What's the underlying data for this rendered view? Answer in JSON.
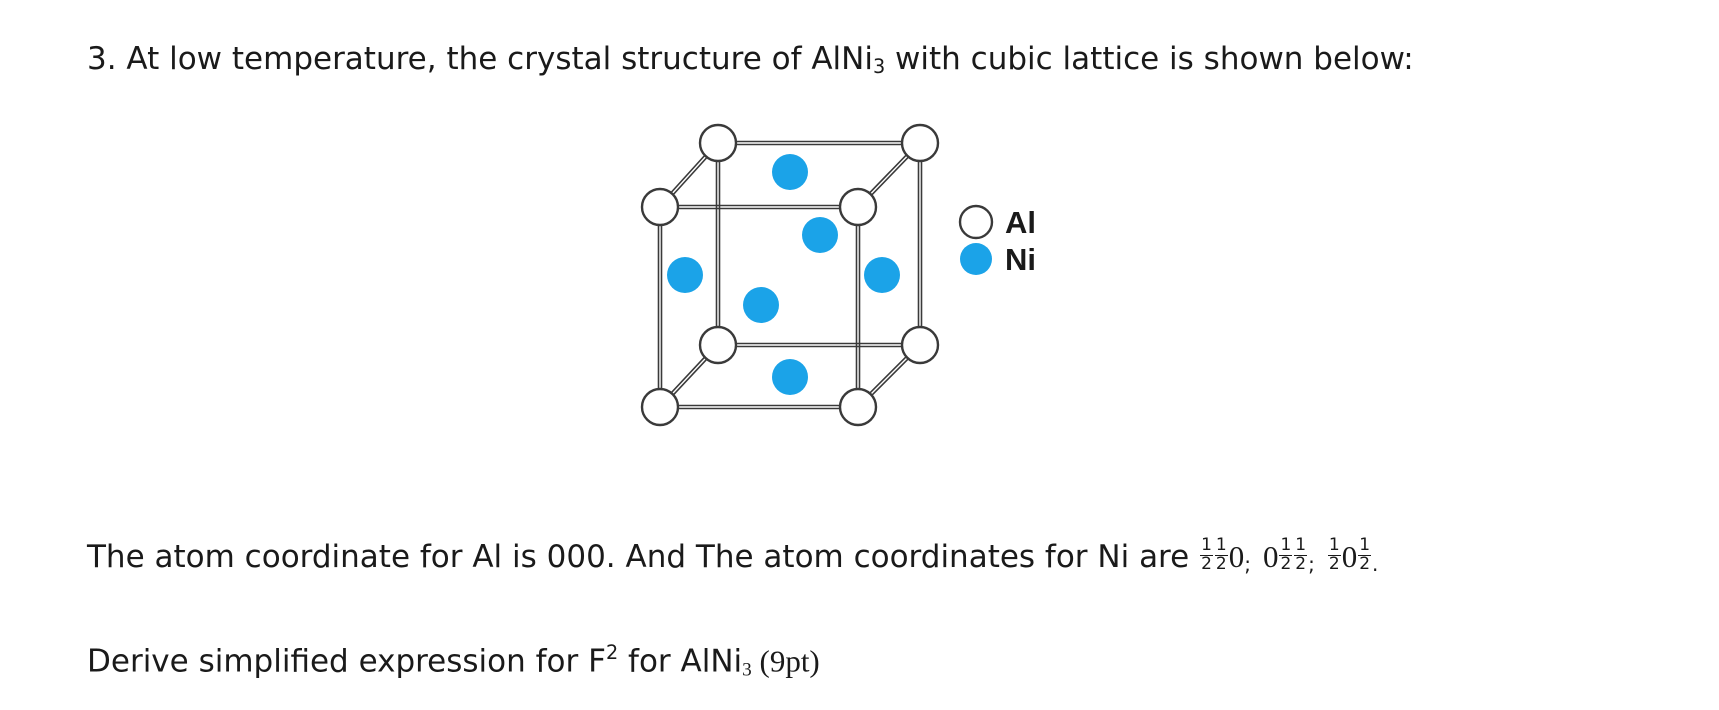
{
  "question": {
    "prefix": "3. At low temperature, the crystal structure of AlNi",
    "sub": "3",
    "suffix": " with cubic lattice is shown below:"
  },
  "legend": {
    "al_label": "Al",
    "ni_label": "Ni"
  },
  "coordinates": {
    "text": "The atom coordinate for Al is 000. And The atom coordinates for Ni are ",
    "ni_sets": [
      [
        [
          "frac",
          "1",
          "2"
        ],
        [
          "frac",
          "1",
          "2"
        ],
        [
          "plain",
          "0"
        ],
        [
          "punct",
          ";"
        ]
      ],
      [
        [
          "plain",
          "0"
        ],
        [
          "frac",
          "1",
          "2"
        ],
        [
          "frac",
          "1",
          "2"
        ],
        [
          "punct",
          ";"
        ]
      ],
      [
        [
          "frac",
          "1",
          "2"
        ],
        [
          "plain",
          "0"
        ],
        [
          "frac",
          "1",
          "2"
        ],
        [
          "punct",
          "."
        ]
      ]
    ]
  },
  "derive": {
    "prefix": "Derive simplified expression for F",
    "sup": "2",
    "mid": " for AlNi",
    "sub": "3",
    "points": " (9pt)"
  },
  "colors": {
    "ni_fill": "#1ba3e8",
    "al_fill": "#ffffff",
    "edge": "#3a3a3a"
  }
}
